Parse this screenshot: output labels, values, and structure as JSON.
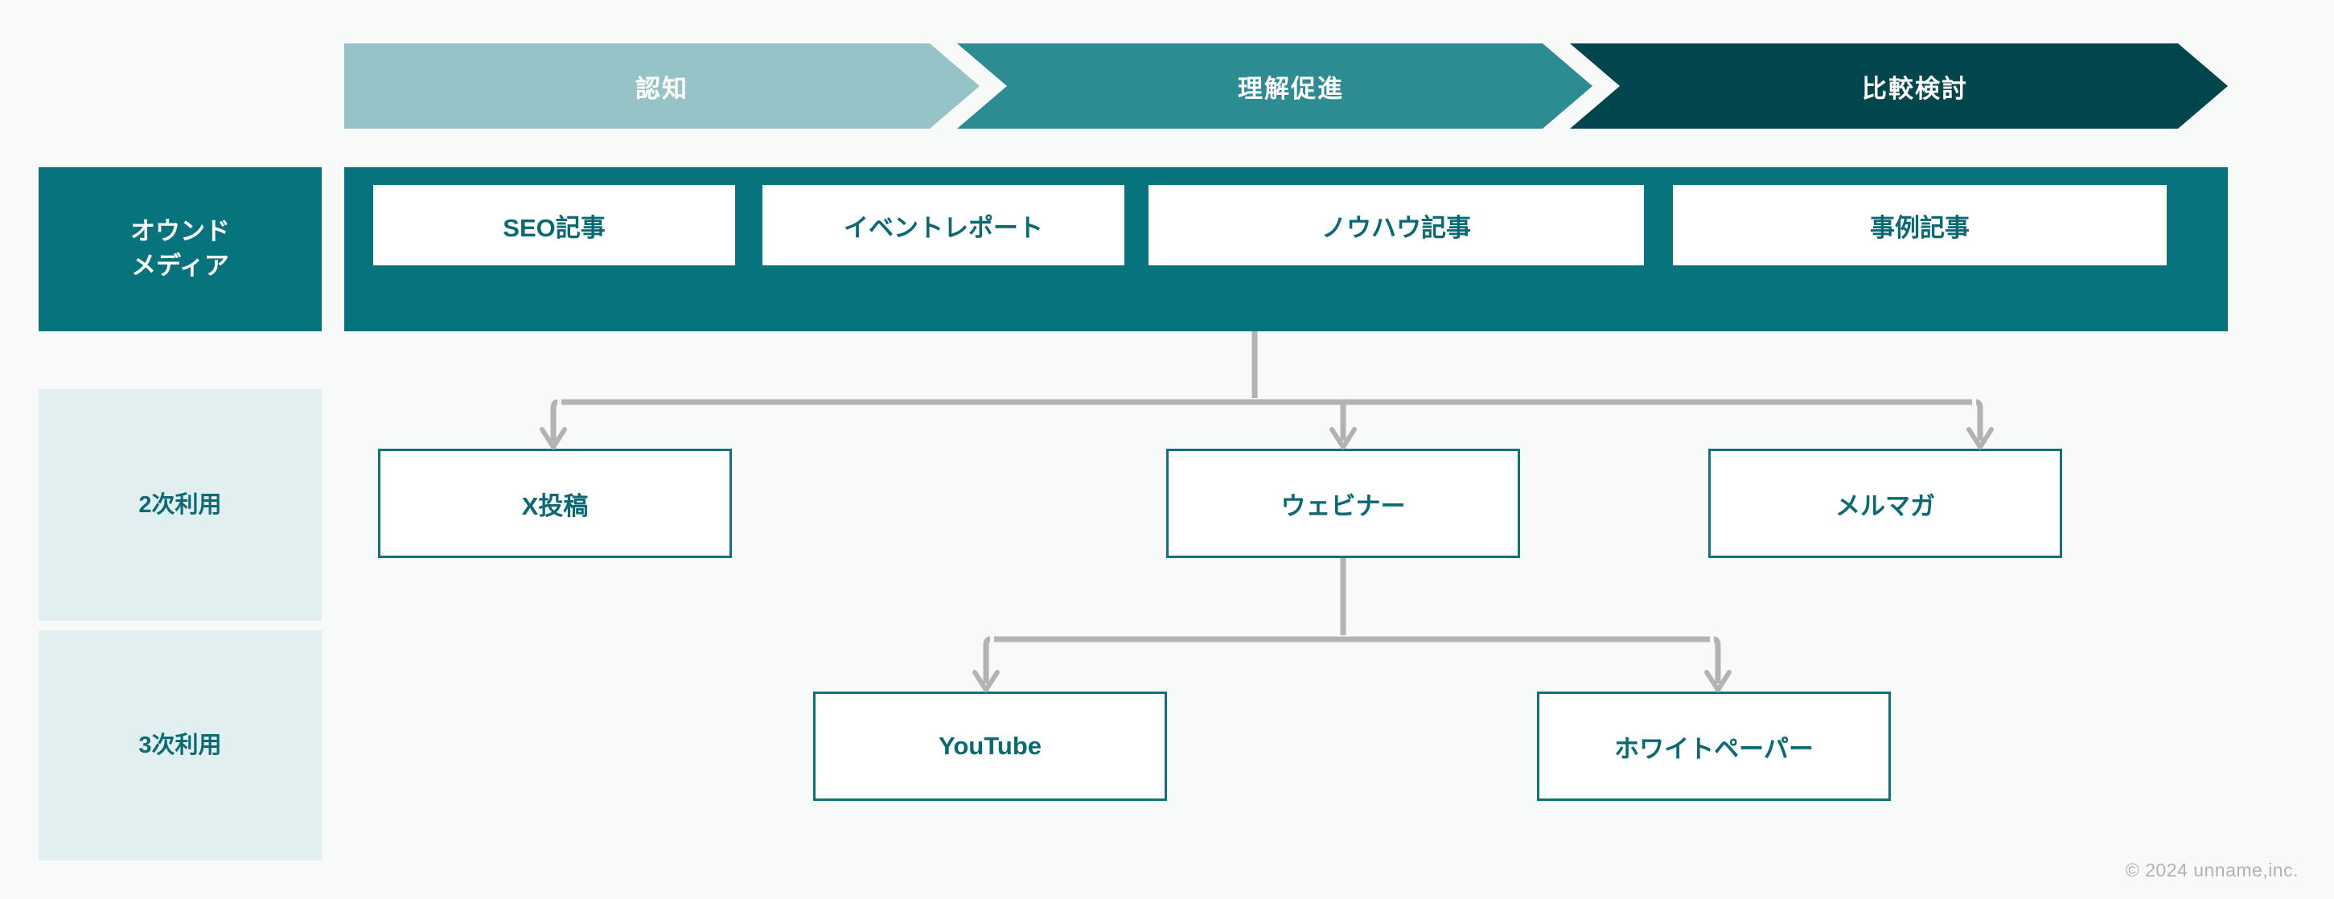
{
  "page": {
    "background_color": "#f8f9f9",
    "accent_dark": "#06737d",
    "accent_deep": "#01464d",
    "accent_mid": "#2d8b92",
    "accent_light": "#95c3c7",
    "band_mint": "#e2eff1",
    "connector_color": "#b3b3b3"
  },
  "funnel": {
    "stages": [
      {
        "label": "認知",
        "color": "#95c3c7"
      },
      {
        "label": "理解促進",
        "color": "#2d8b92"
      },
      {
        "label": "比較検討",
        "color": "#01464d"
      }
    ]
  },
  "rows": [
    {
      "label": "オウンド\nメディア",
      "label_line1": "オウンド",
      "label_line2": "メディア",
      "style": "dark",
      "nodes": [
        {
          "label": "SEO記事"
        },
        {
          "label": "イベントレポート"
        },
        {
          "label": "ノウハウ記事"
        },
        {
          "label": "事例記事"
        }
      ]
    },
    {
      "label": "2次利用",
      "style": "mint",
      "nodes": [
        {
          "label": "X投稿"
        },
        {
          "label": "ウェビナー"
        },
        {
          "label": "メルマガ"
        }
      ]
    },
    {
      "label": "3次利用",
      "style": "mint",
      "nodes": [
        {
          "label": "YouTube"
        },
        {
          "label": "ホワイトペーパー"
        }
      ]
    }
  ],
  "footer": {
    "copyright": "© 2024 unname,inc."
  }
}
